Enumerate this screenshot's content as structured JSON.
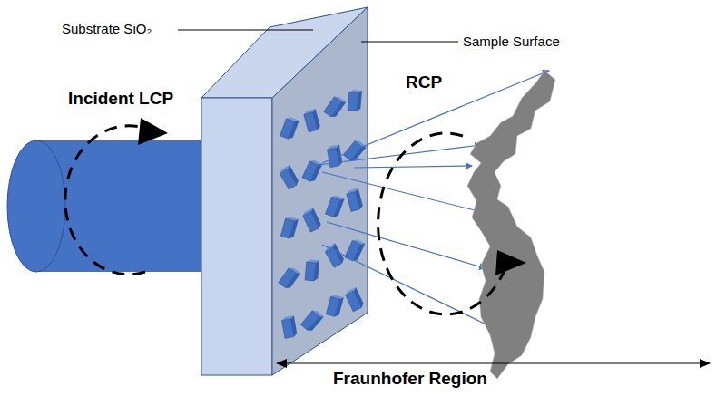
{
  "diagram": {
    "labels": [
      "Substrate SiO₂",
      "Sample Surface",
      "Incident LCP",
      "RCP",
      "Fraunhofer Region"
    ]
  }
}
